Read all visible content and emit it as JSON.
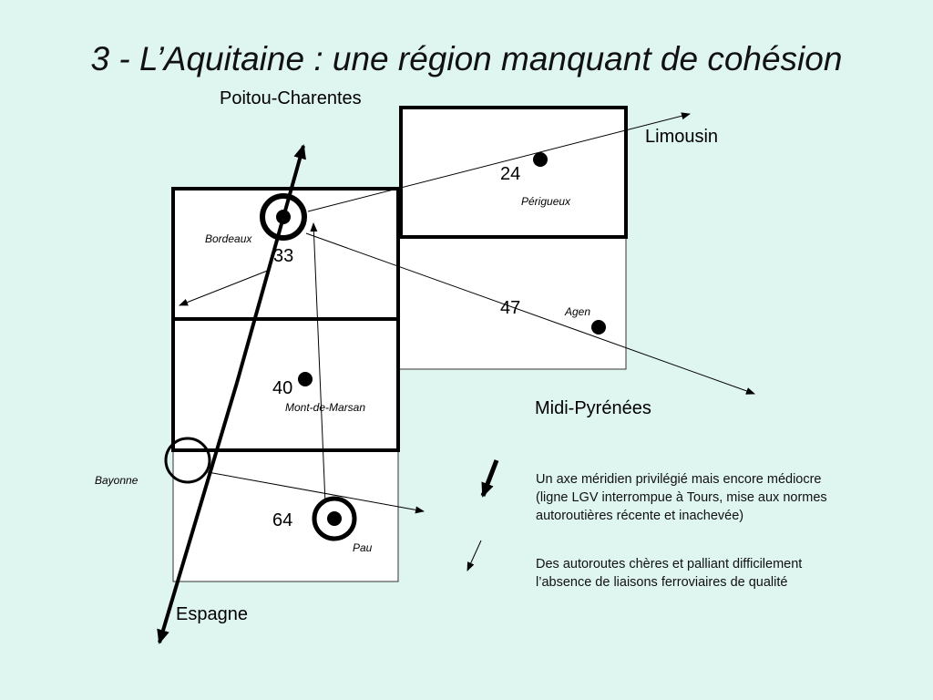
{
  "title": "3 - L’Aquitaine : une région manquant de cohésion",
  "neighbors": {
    "north": "Poitou-Charentes",
    "east": "Limousin",
    "southeast": "Midi-Pyrénées",
    "south": "Espagne"
  },
  "departments": [
    {
      "code": "24",
      "prefecture": "Périgueux"
    },
    {
      "code": "33",
      "prefecture": "Bordeaux"
    },
    {
      "code": "47",
      "prefecture": "Agen"
    },
    {
      "code": "40",
      "prefecture": "Mont-de-Marsan"
    },
    {
      "code": "64",
      "prefecture": "Pau"
    }
  ],
  "cities": {
    "bayonne": "Bayonne"
  },
  "legend": [
    {
      "symbol": "thick-arrow",
      "text": "Un axe méridien privilégié mais encore médiocre (ligne LGV interrompue à Tours, mise aux normes autoroutières récente et inachevée)"
    },
    {
      "symbol": "thin-arrow",
      "text": "Des autoroutes chères et palliant difficilement l’absence de liaisons ferroviaires de qualité"
    }
  ],
  "colors": {
    "background": "#dff5f0",
    "ink": "#000000",
    "box_fill": "#ffffff"
  }
}
